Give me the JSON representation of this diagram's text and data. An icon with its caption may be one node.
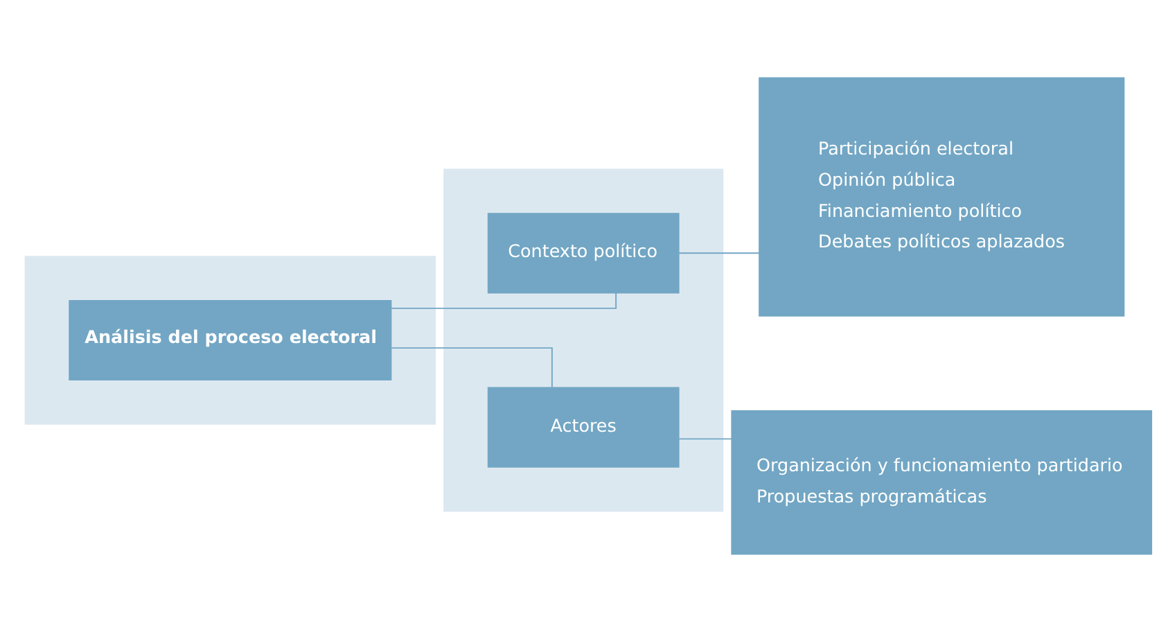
{
  "diagram": {
    "nodes": [
      {
        "text": [],
        "shape": "band"
      },
      {
        "text": [
          "Análisis del proceso electoral"
        ],
        "in": 0
      },
      {
        "text": [],
        "shape": "band"
      },
      {
        "text": [
          "Contexto político"
        ],
        "in": 2
      },
      {
        "text": [
          "Actores"
        ],
        "in": 2
      },
      {
        "text": [
          "Participación electoral",
          "Opinión pública",
          "Financiamiento político",
          "Debates políticos aplazados"
        ]
      },
      {
        "text": [
          "Organización y funcionamiento partidario",
          "Propuestas programáticas"
        ]
      }
    ],
    "edges": [
      {
        "from": 1,
        "to": 3,
        "arrow": "none"
      },
      {
        "from": 1,
        "to": 4,
        "arrow": "none"
      },
      {
        "from": 3,
        "to": 5,
        "arrow": "none"
      },
      {
        "from": 4,
        "to": 6,
        "arrow": "none"
      }
    ]
  }
}
